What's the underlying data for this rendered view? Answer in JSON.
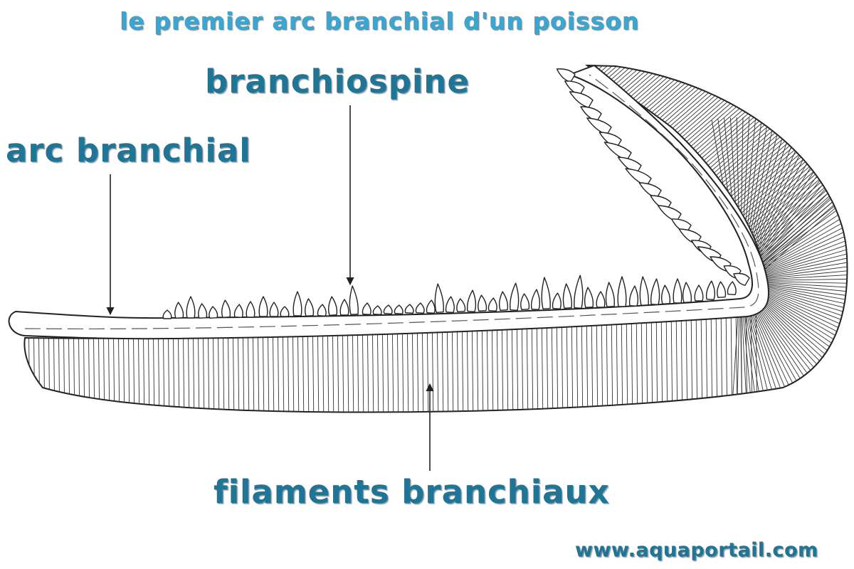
{
  "title": "le premier arc branchial d'un poisson",
  "labels": {
    "branchiospine": "branchiospine",
    "arc": "arc branchial",
    "filaments": "filaments branchiaux"
  },
  "footer": "www.aquaportail.com",
  "colors": {
    "title": "#3aa6d2",
    "label": "#1f7595",
    "line": "#222222"
  }
}
